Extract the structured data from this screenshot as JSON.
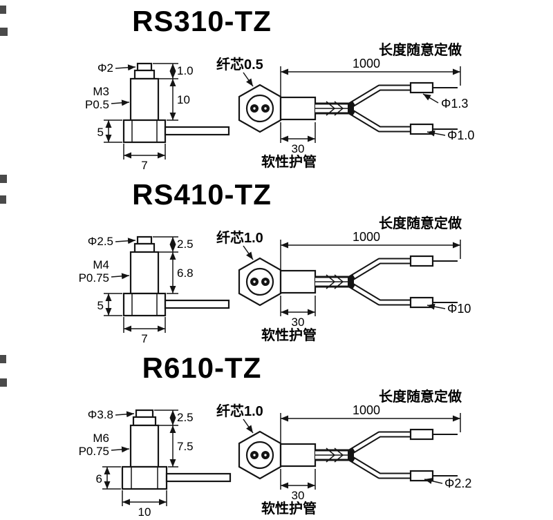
{
  "page": {
    "background": "#ffffff",
    "line_color": "#141414"
  },
  "sections": [
    {
      "title": "RS310-TZ",
      "left": {
        "top_dia": "Φ2",
        "top_h": "1.0",
        "body_h": "10",
        "thread": "M3",
        "pitch": "P0.5",
        "block_h": "5",
        "block_w": "7"
      },
      "right": {
        "core": "纤芯0.5",
        "length": "1000",
        "custom": "长度随意定做",
        "tube_len": "30",
        "tube_label": "软性护管",
        "upper_dia": "Φ1.3",
        "lower_dia": "Φ1.0"
      }
    },
    {
      "title": "RS410-TZ",
      "left": {
        "top_dia": "Φ2.5",
        "top_h": "2.5",
        "body_h": "6.8",
        "thread": "M4",
        "pitch": "P0.75",
        "block_h": "5",
        "block_w": "7"
      },
      "right": {
        "core": "纤芯1.0",
        "length": "1000",
        "custom": "长度随意定做",
        "tube_len": "30",
        "tube_label": "软性护管",
        "lower_dia": "Φ10"
      }
    },
    {
      "title": "R610-TZ",
      "left": {
        "top_dia": "Φ3.8",
        "top_h": "2.5",
        "body_h": "7.5",
        "thread": "M6",
        "pitch": "P0.75",
        "block_h": "6",
        "block_w": "10"
      },
      "right": {
        "core": "纤芯1.0",
        "length": "1000",
        "custom": "长度随意定做",
        "tube_len": "30",
        "tube_label": "软性护管",
        "lower_dia": "Φ2.2"
      }
    }
  ]
}
